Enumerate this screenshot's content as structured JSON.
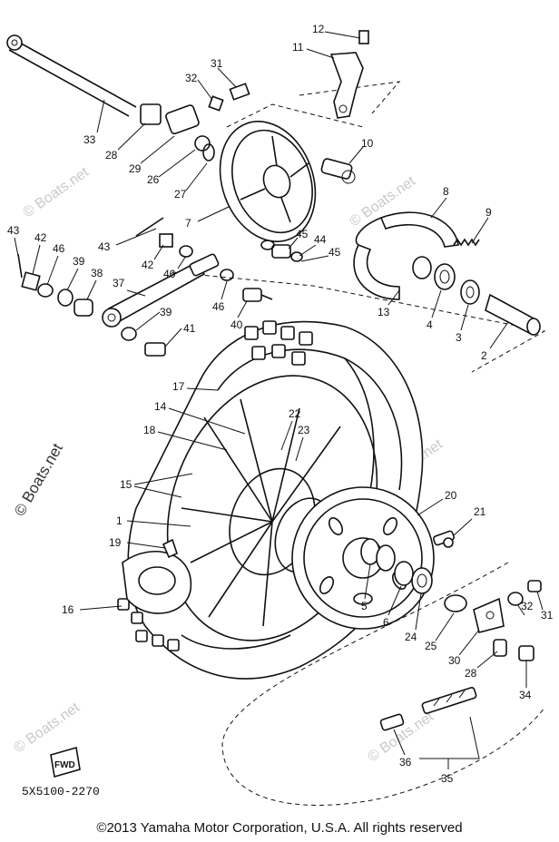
{
  "diagram": {
    "watermark": "© Boats.net",
    "diagram_code": "5X5100-2270",
    "fwd_label": "FWD",
    "part_numbers": [
      "1",
      "2",
      "3",
      "4",
      "5",
      "6",
      "7",
      "8",
      "9",
      "10",
      "11",
      "12",
      "13",
      "14",
      "15",
      "16",
      "17",
      "18",
      "19",
      "20",
      "21",
      "22",
      "23",
      "24",
      "25",
      "26",
      "27",
      "28",
      "29",
      "30",
      "31",
      "32",
      "33",
      "34",
      "35",
      "36",
      "37",
      "38",
      "39",
      "40",
      "41",
      "42",
      "43",
      "44",
      "45",
      "46"
    ]
  },
  "footer": {
    "copyright": "©2013 Yamaha Motor Corporation, U.S.A. All rights reserved"
  }
}
